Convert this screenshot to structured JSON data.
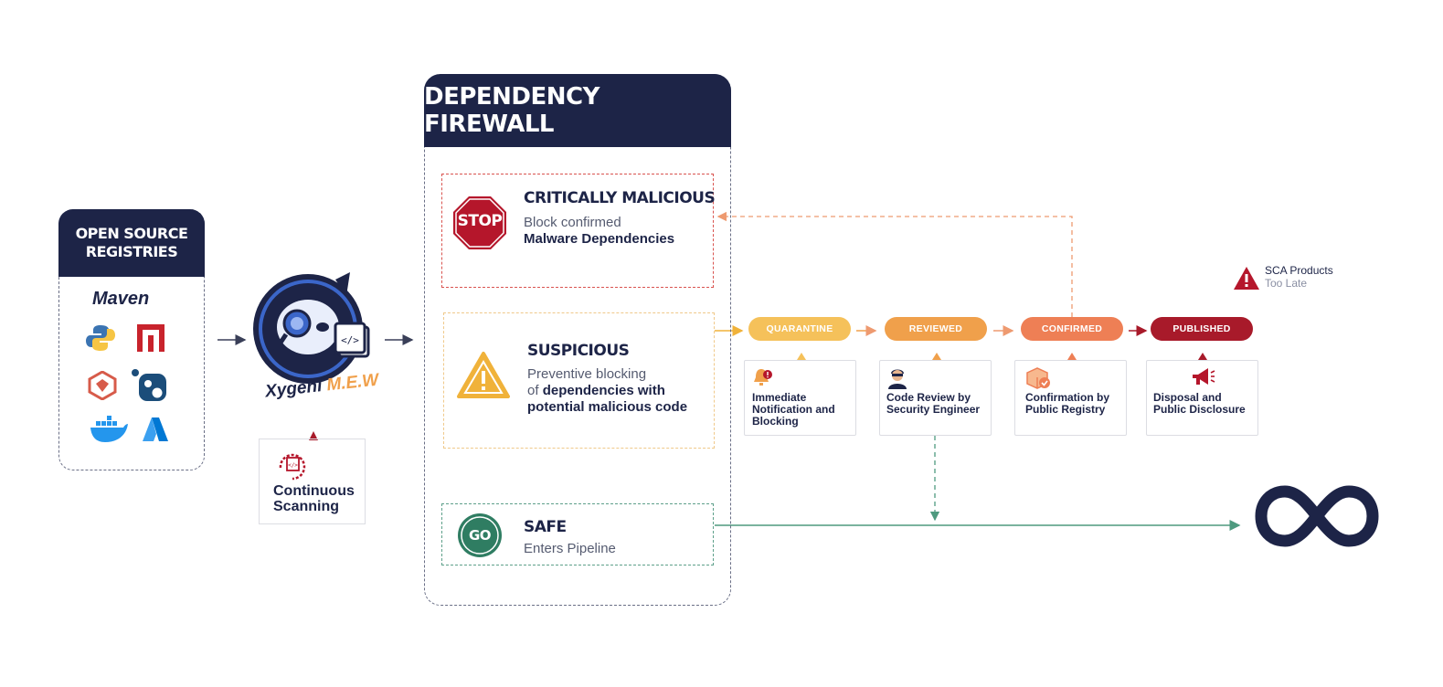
{
  "registries": {
    "title": "OPEN SOURCE REGISTRIES",
    "maven_logo": "Maven",
    "icons": [
      "python-icon",
      "npm-icon",
      "rubygems-icon",
      "nuget-icon",
      "docker-icon",
      "azure-icon"
    ]
  },
  "mascot": {
    "brand": "Xygeni",
    "product": "M.E.W"
  },
  "continuous_scanning": {
    "label": "Continuous Scanning"
  },
  "firewall": {
    "title": "DEPENDENCY FIREWALL",
    "critical": {
      "badge": "STOP",
      "title": "CRITICALLY MALICIOUS",
      "desc_plain": "Block confirmed",
      "desc_bold": "Malware Dependencies"
    },
    "suspicious": {
      "title": "SUSPICIOUS",
      "line1": "Preventive blocking",
      "line2_plain": "of ",
      "line2_bold": "dependencies with",
      "line3_bold": "potential malicious code"
    },
    "safe": {
      "badge": "GO",
      "title": "SAFE",
      "desc": "Enters Pipeline"
    }
  },
  "pipeline": {
    "stages": [
      {
        "label": "QUARANTINE",
        "color": "#f5c15a",
        "desc": "Immediate Notification and Blocking",
        "icon": "bell-alert-icon"
      },
      {
        "label": "REVIEWED",
        "color": "#f0a04b",
        "desc": "Code Review by Security Engineer",
        "icon": "engineer-icon"
      },
      {
        "label": "CONFIRMED",
        "color": "#ee7f55",
        "desc": "Confirmation by Public Registry",
        "icon": "package-check-icon"
      },
      {
        "label": "PUBLISHED",
        "color": "#a81a2a",
        "desc": "Disposal and Public Disclosure",
        "icon": "megaphone-icon"
      }
    ]
  },
  "sca_note": {
    "title": "SCA Products",
    "subtitle": "Too Late"
  },
  "colors": {
    "navy": "#1d2447",
    "stop": "#b5162b",
    "go": "#2f7d62",
    "warning": "#f0b23a",
    "safe_line": "#4e9a7f"
  }
}
